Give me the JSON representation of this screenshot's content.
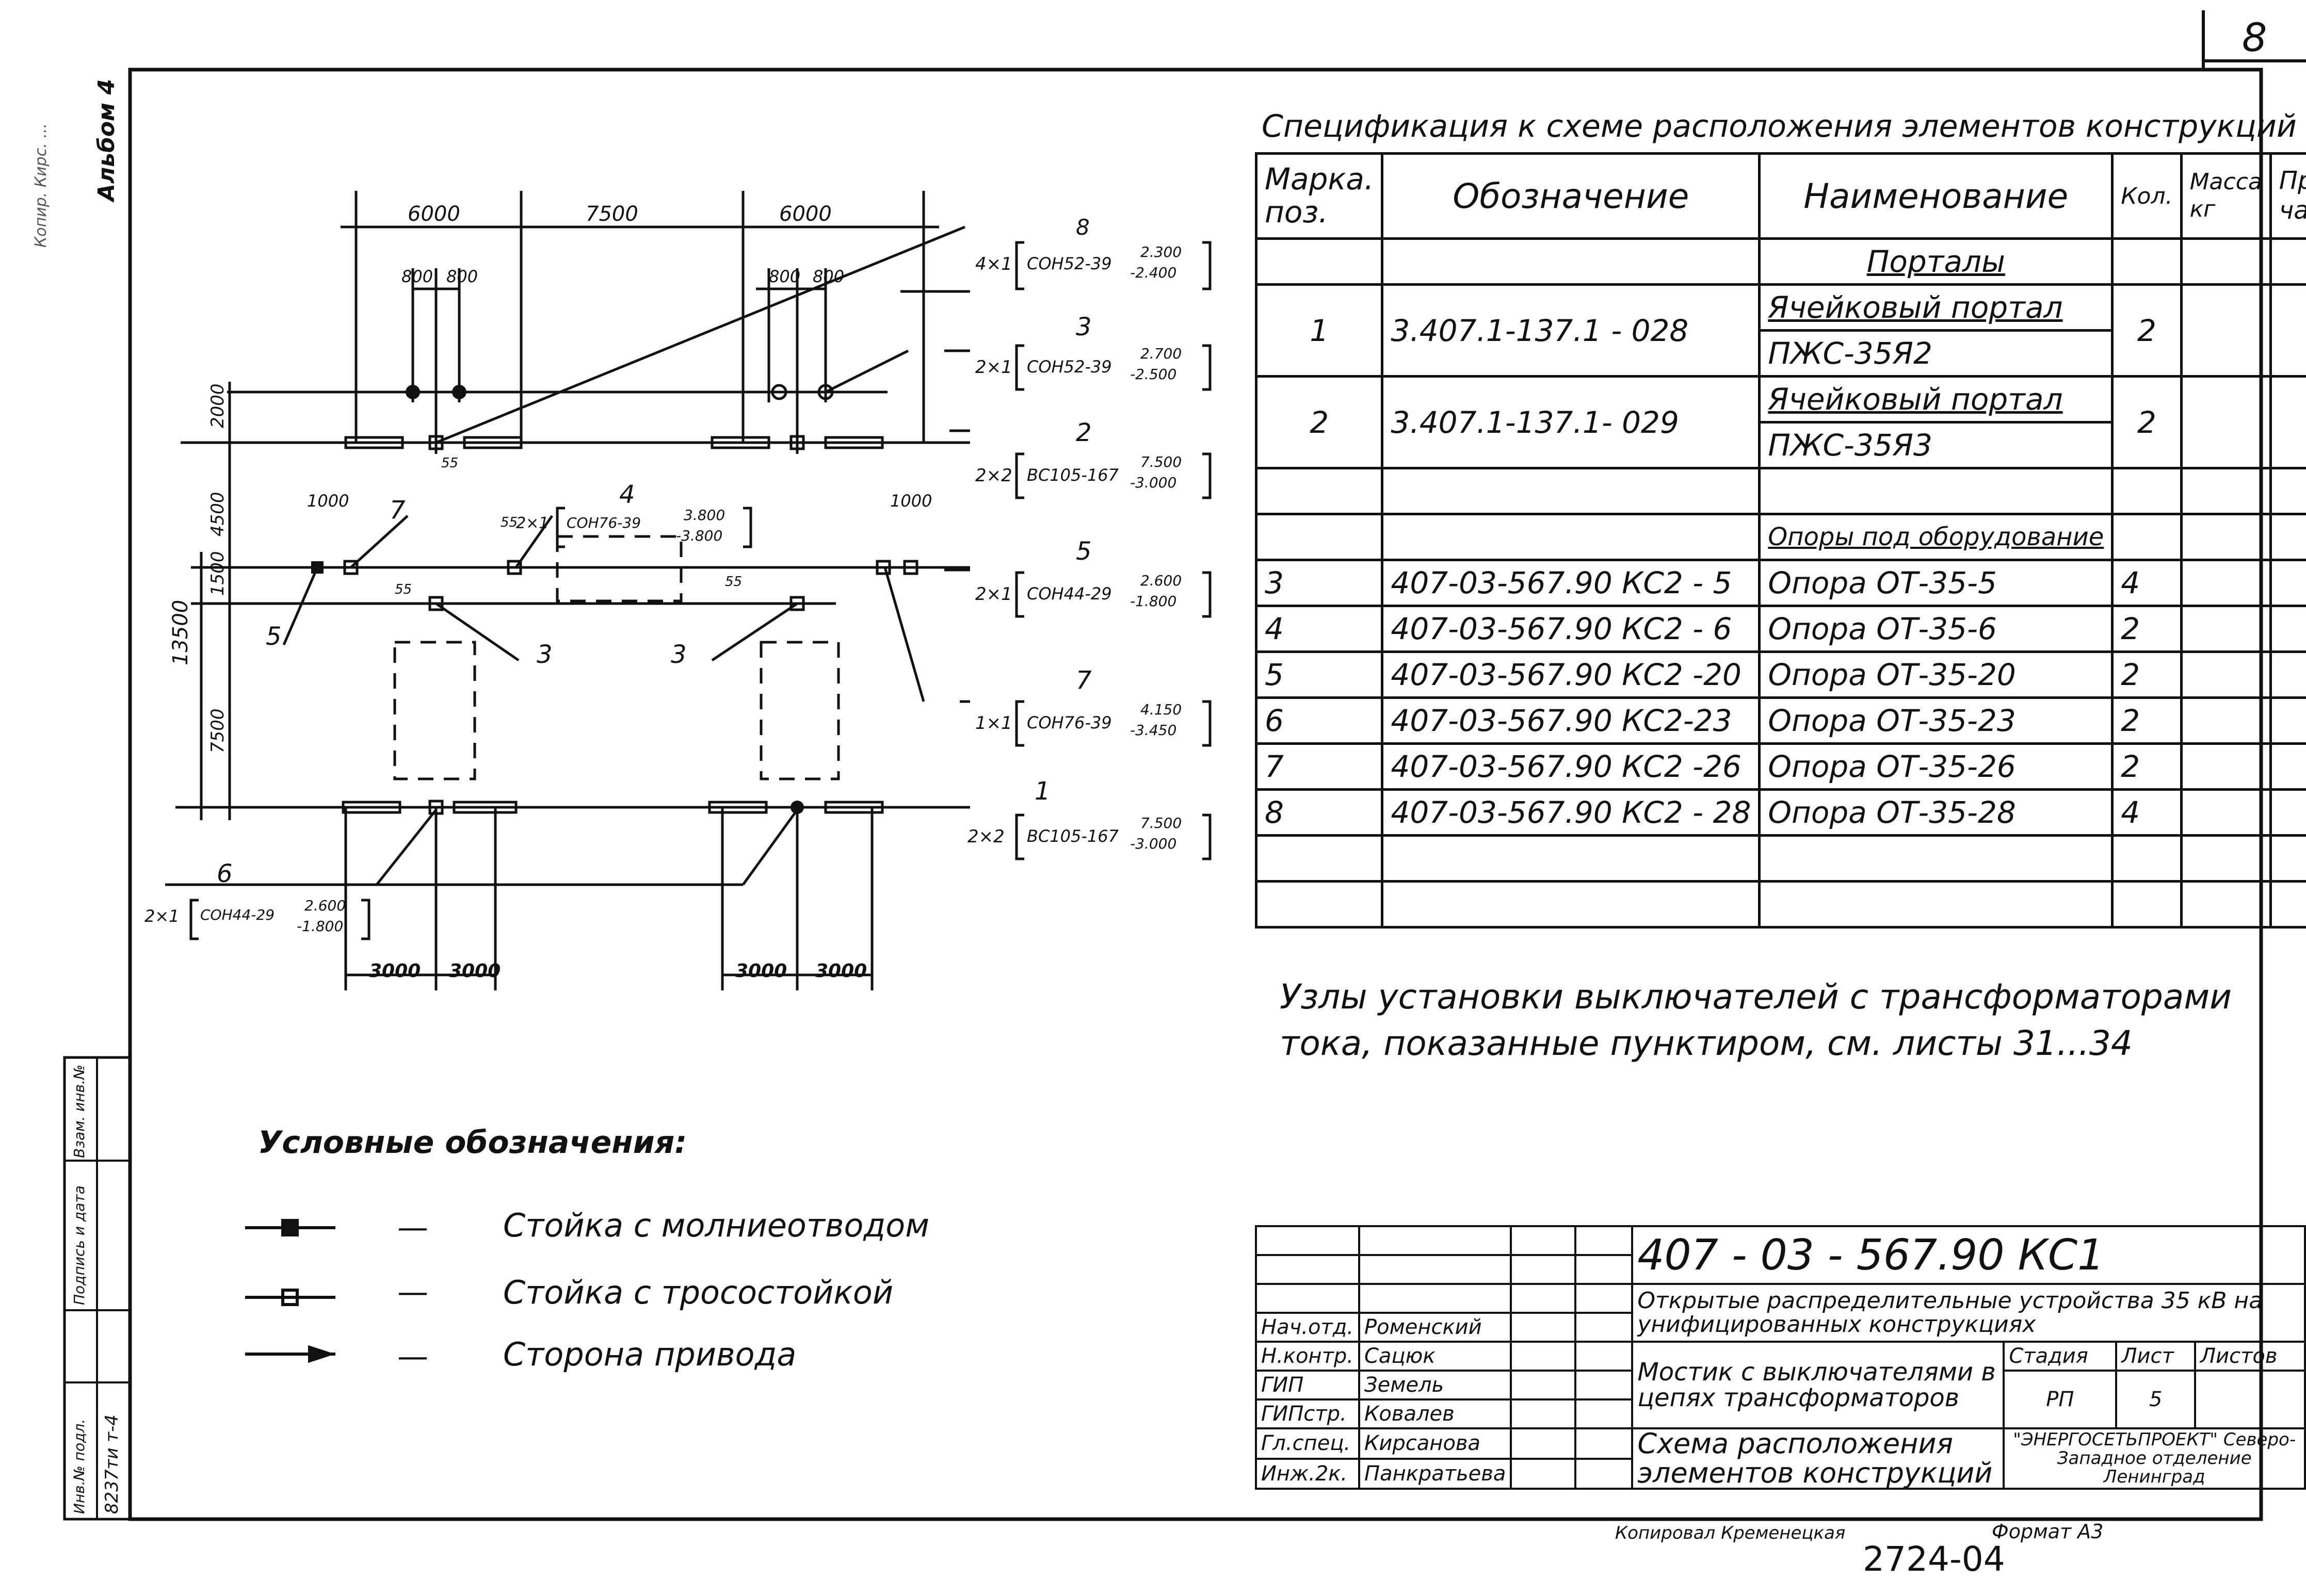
{
  "sheet_number": "8",
  "album": "Альбом 4",
  "copy_stamp": "Копир. Кирс. ...",
  "left_strip": {
    "inv_no": "Инв.№ подл.",
    "sign_date": "Подпись и дата",
    "replace_inv": "Взам. инв.№",
    "inv_value": "8237ти т-4"
  },
  "specification": {
    "title": "Спецификация к схеме расположения элементов конструкций",
    "headers": [
      "Марка. поз.",
      "Обозначение",
      "Наименование",
      "Кол.",
      "Масса кг",
      "Приме- чание"
    ],
    "group1": "Порталы",
    "rows_portals": [
      {
        "mark": "1",
        "code": "3.407.1-137.1 - 028",
        "name1": "Ячейковый портал",
        "name2": "ПЖС-35Я2",
        "qty": "2"
      },
      {
        "mark": "2",
        "code": "3.407.1-137.1- 029",
        "name1": "Ячейковый портал",
        "name2": "ПЖС-35Я3",
        "qty": "2"
      }
    ],
    "group2": "Опоры под оборудование",
    "rows_supports": [
      {
        "mark": "3",
        "code": "407-03-567.90 КС2 - 5",
        "name": "Опора ОТ-35-5",
        "qty": "4"
      },
      {
        "mark": "4",
        "code": "407-03-567.90 КС2 - 6",
        "name": "Опора ОТ-35-6",
        "qty": "2"
      },
      {
        "mark": "5",
        "code": "407-03-567.90 КС2 -20",
        "name": "Опора ОТ-35-20",
        "qty": "2"
      },
      {
        "mark": "6",
        "code": "407-03-567.90 КС2-23",
        "name": "Опора ОТ-35-23",
        "qty": "2"
      },
      {
        "mark": "7",
        "code": "407-03-567.90 КС2 -26",
        "name": "Опора ОТ-35-26",
        "qty": "2"
      },
      {
        "mark": "8",
        "code": "407-03-567.90 КС2 - 28",
        "name": "Опора ОТ-35-28",
        "qty": "4"
      }
    ]
  },
  "note": {
    "line1": "Узлы установки выключателей с трансформаторами",
    "line2": "тока, показанные пунктиром, см. листы 31...34"
  },
  "legend": {
    "title": "Условные обозначения:",
    "items": [
      {
        "dash": "—",
        "text": "Стойка с молниеотводом"
      },
      {
        "dash": "—",
        "text": "Стойка с тросостойкой"
      },
      {
        "dash": "—",
        "text": "Сторона привода"
      }
    ]
  },
  "drawing": {
    "dims_top": [
      "6000",
      "7500",
      "6000"
    ],
    "dims_small_left": [
      "800",
      "800"
    ],
    "dims_small_right": [
      "800",
      "800"
    ],
    "dims_bottom": [
      "3000",
      "3000",
      "3000",
      "3000"
    ],
    "dims_vertical": [
      "2000",
      "4500",
      "1500",
      "7500",
      "13500"
    ],
    "dims_misc": [
      "1000",
      "1000",
      "55",
      "55",
      "55",
      "55"
    ],
    "callouts": [
      {
        "mark": "8",
        "spec": "4×1",
        "code": "СОН52-39",
        "top": "2.300",
        "bottom": "-2.400"
      },
      {
        "mark": "3",
        "spec": "2×1",
        "code": "СОН52-39",
        "top": "2.700",
        "bottom": "-2.500"
      },
      {
        "mark": "2",
        "spec": "2×2",
        "code": "ВС105-167",
        "top": "7.500",
        "bottom": "-3.000"
      },
      {
        "mark": "4",
        "spec": "2×1",
        "code": "СОН76-39",
        "top": "3.800",
        "bottom": "-3.800"
      },
      {
        "mark": "5",
        "spec": "2×1",
        "code": "СОН44-29",
        "top": "2.600",
        "bottom": "-1.800"
      },
      {
        "mark": "7",
        "spec": "1×1",
        "code": "СОН76-39",
        "top": "4.150",
        "bottom": "-3.450"
      },
      {
        "mark": "1",
        "spec": "2×2",
        "code": "ВС105-167",
        "top": "7.500",
        "bottom": "-3.000"
      },
      {
        "mark": "6",
        "spec": "2×1",
        "code": "СОН44-29",
        "top": "2.600",
        "bottom": "-1.800"
      }
    ],
    "leader_marks": [
      "5",
      "7",
      "3",
      "3"
    ]
  },
  "title_block": {
    "doc_code": "407 - 03 - 567.90 КС1",
    "project": "Открытые распределительные устройства 35 кВ на унифицированных конструкциях",
    "object": "Мостик с выключателями в цепях трансформаторов",
    "sheet_name": "Схема расположения элементов конструкций",
    "stage_label": "Стадия",
    "sheet_label": "Лист",
    "sheets_label": "Листов",
    "stage": "РП",
    "sheet": "5",
    "org": "\"ЭНЕРГОСЕТЬПРОЕКТ\" Северо-Западное отделение Ленинград",
    "staff": [
      {
        "role": "Нач.отд.",
        "name": "Роменский"
      },
      {
        "role": "Н.контр.",
        "name": "Сацюк"
      },
      {
        "role": "ГИП",
        "name": "Земель"
      },
      {
        "role": "ГИПстр.",
        "name": "Ковалев"
      },
      {
        "role": "Гл.спец.",
        "name": "Кирсанова"
      },
      {
        "role": "Инж.2к.",
        "name": "Панкратьева"
      }
    ],
    "copied_by": "Копировал Кременецкая",
    "format": "Формат А3",
    "archive_no": "2724-04"
  }
}
